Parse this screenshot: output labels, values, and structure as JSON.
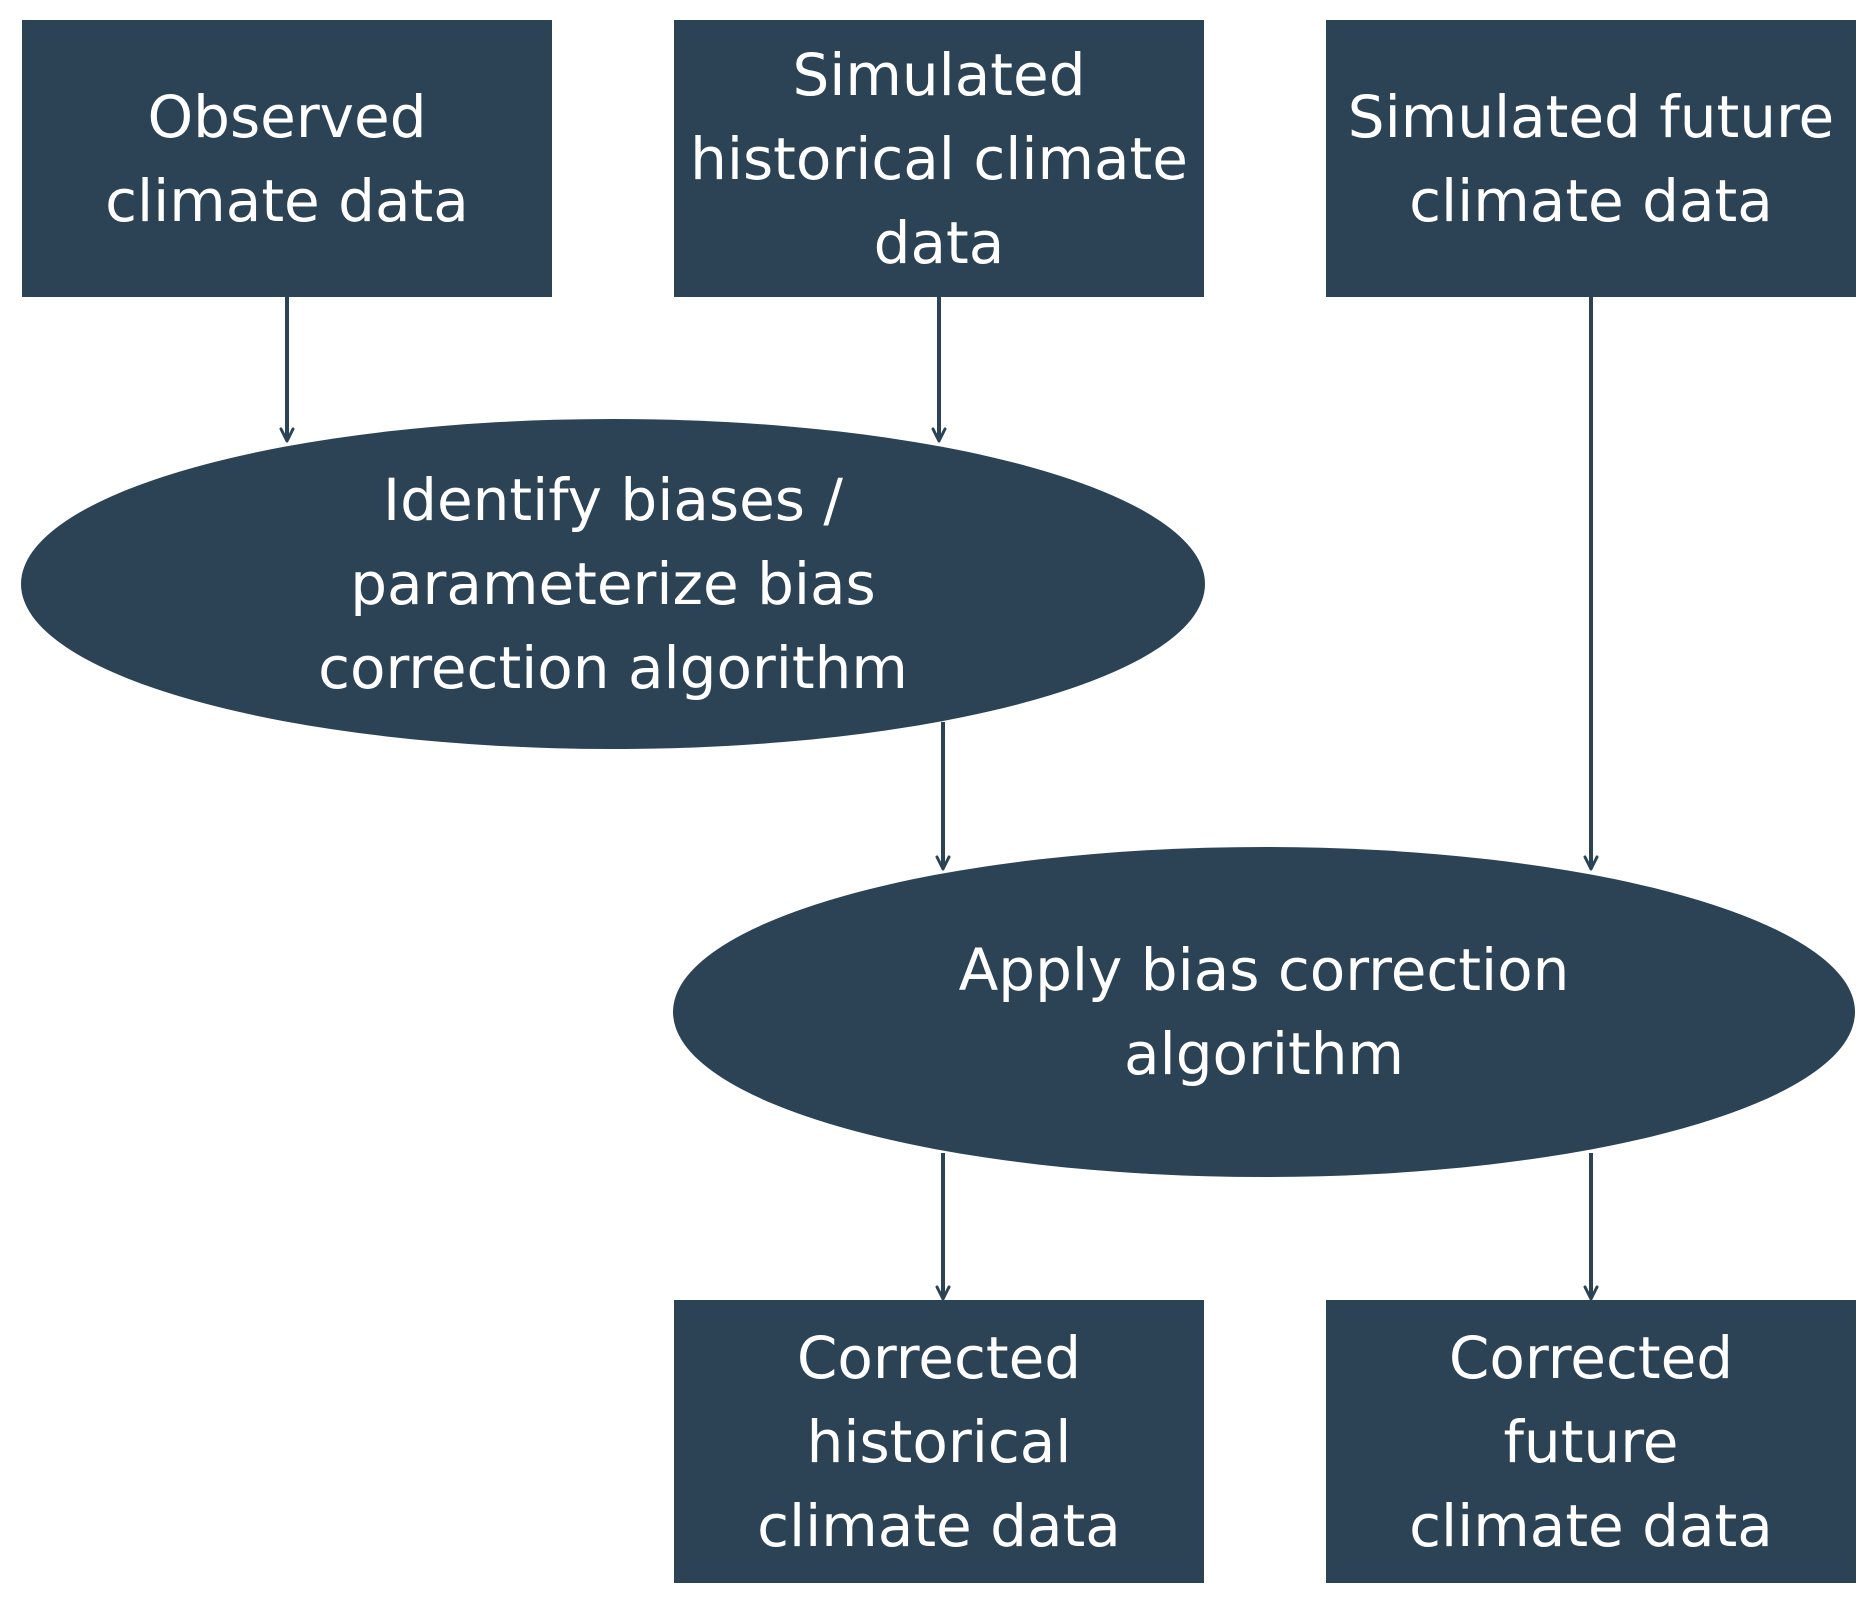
{
  "colors": {
    "node_fill": "#2c4355",
    "arrow": "#2c4355",
    "text": "#ffffff",
    "background": "#ffffff"
  },
  "nodes": {
    "observed": {
      "label": "Observed\nclimate data"
    },
    "simulated_historical": {
      "label": "Simulated\nhistorical climate\ndata"
    },
    "simulated_future": {
      "label": "Simulated future\nclimate data"
    },
    "identify_biases": {
      "label": "Identify biases /\nparameterize bias\ncorrection algorithm"
    },
    "apply_correction": {
      "label": "Apply bias correction\nalgorithm"
    },
    "corrected_historical": {
      "label": "Corrected\nhistorical\nclimate data"
    },
    "corrected_future": {
      "label": "Corrected\nfuture\nclimate data"
    }
  },
  "edges": [
    {
      "from": "observed",
      "to": "identify_biases"
    },
    {
      "from": "simulated_historical",
      "to": "identify_biases"
    },
    {
      "from": "identify_biases",
      "to": "apply_correction"
    },
    {
      "from": "simulated_future",
      "to": "apply_correction"
    },
    {
      "from": "apply_correction",
      "to": "corrected_historical"
    },
    {
      "from": "apply_correction",
      "to": "corrected_future"
    }
  ]
}
